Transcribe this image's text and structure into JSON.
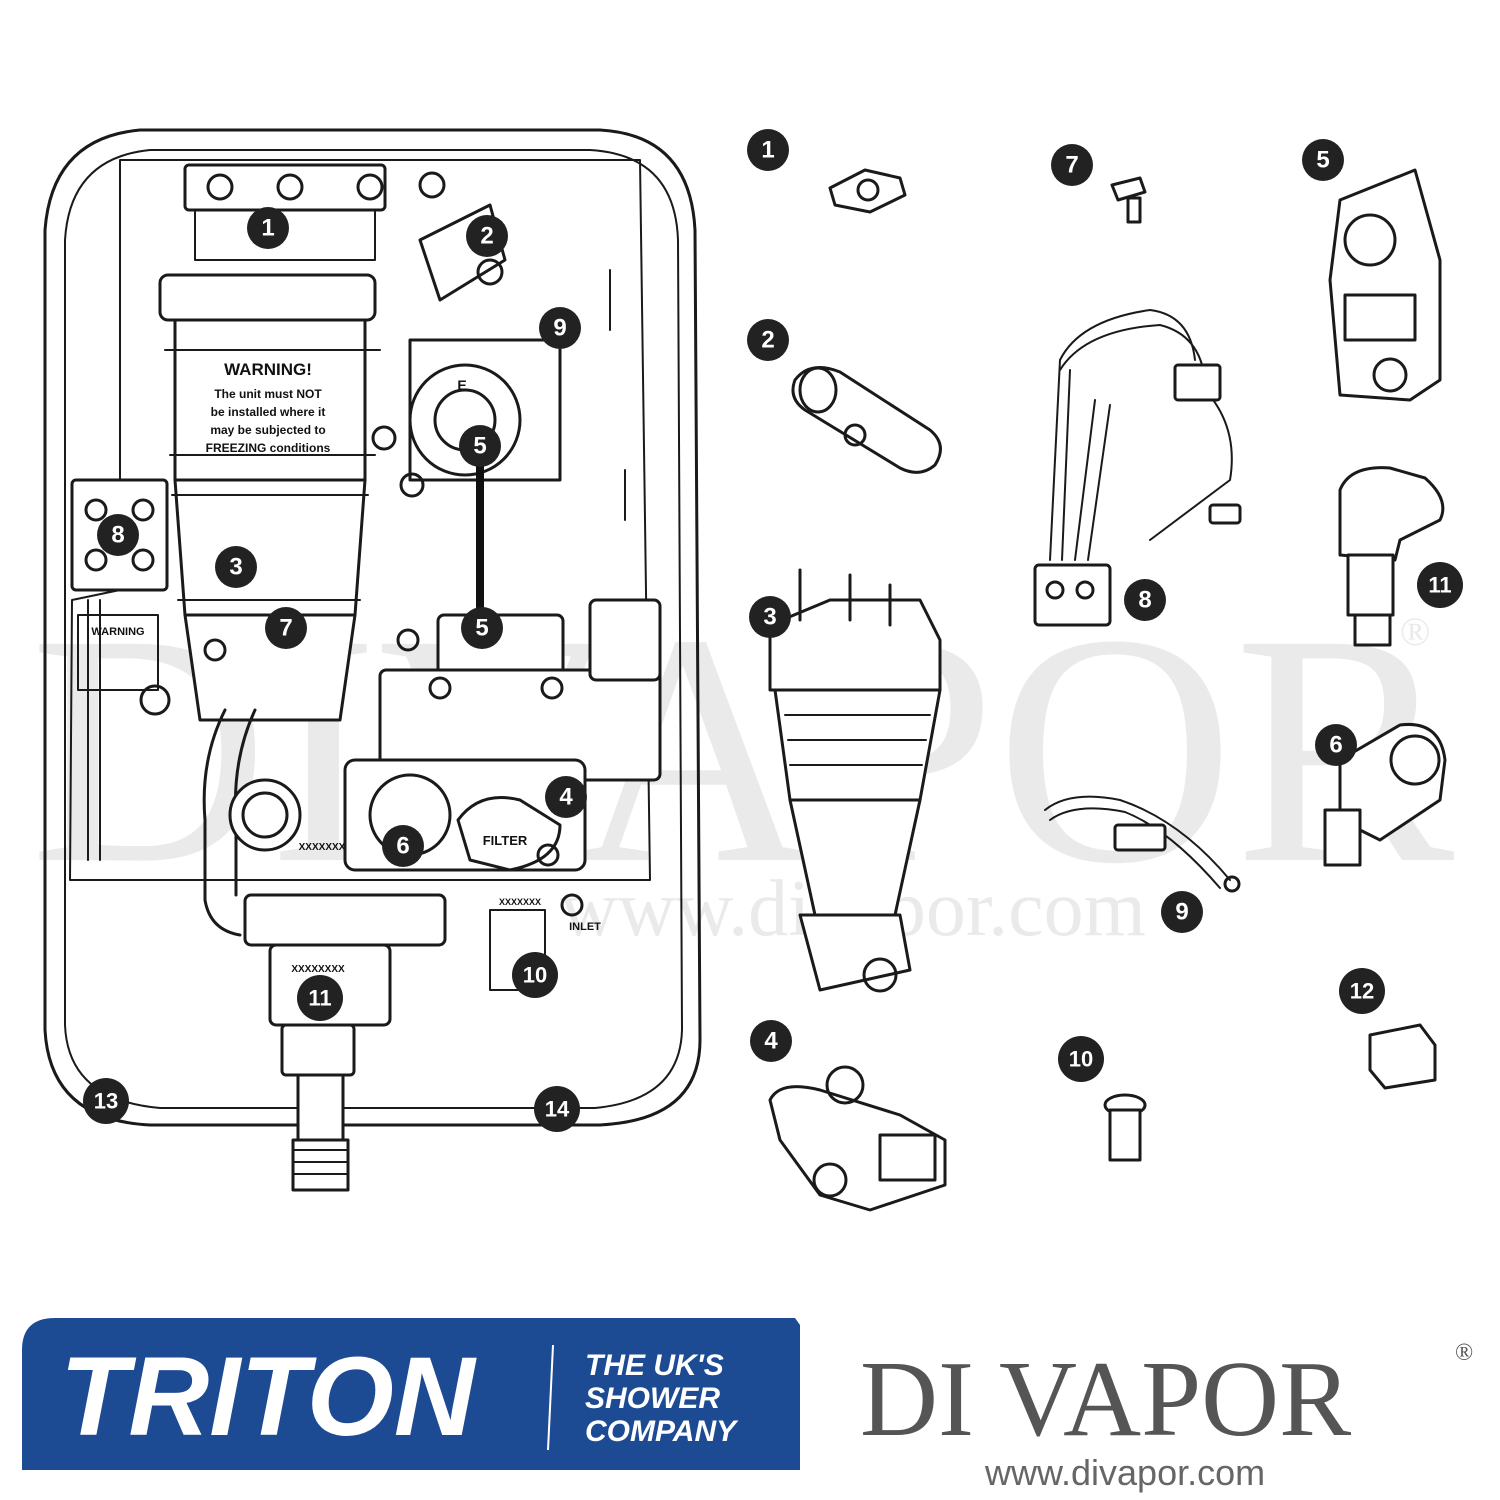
{
  "callouts": {
    "c1": "1",
    "c2": "2",
    "c3": "3",
    "c4": "4",
    "c5": "5",
    "c6": "6",
    "c7": "7",
    "c8": "8",
    "c9": "9",
    "c10": "10",
    "c11": "11",
    "c12": "12",
    "c13": "13",
    "c14": "14"
  },
  "unit_labels": {
    "warning_heading": "WARNING!",
    "warning_line1": "The unit must NOT",
    "warning_line2": "be installed where it",
    "warning_line3": "may be subjected to",
    "warning_line4": "FREEZING conditions",
    "small_warning": "WARNING",
    "filter_label": "FILTER",
    "inlet_label": "INLET",
    "earth_label": "E",
    "code_label_1": "XXXXXXX",
    "code_label_2": "XXXXXXX",
    "code_label_3": "XXXXXXXX"
  },
  "watermark": {
    "text": "DIVAPOR",
    "registered": "®",
    "url": "www.divapor.com"
  },
  "footer": {
    "triton": "TRITON",
    "tagline_1": "THE UK'S",
    "tagline_2": "SHOWER",
    "tagline_3": "COMPANY",
    "divapor": "DI VAPOR",
    "divapor_registered": "®",
    "divapor_url": "www.divapor.com"
  },
  "colors": {
    "triton_blue": "#1d4b93",
    "callout_fill": "#222222",
    "line": "#1a1a1a",
    "watermark": "#d9d9d9"
  }
}
